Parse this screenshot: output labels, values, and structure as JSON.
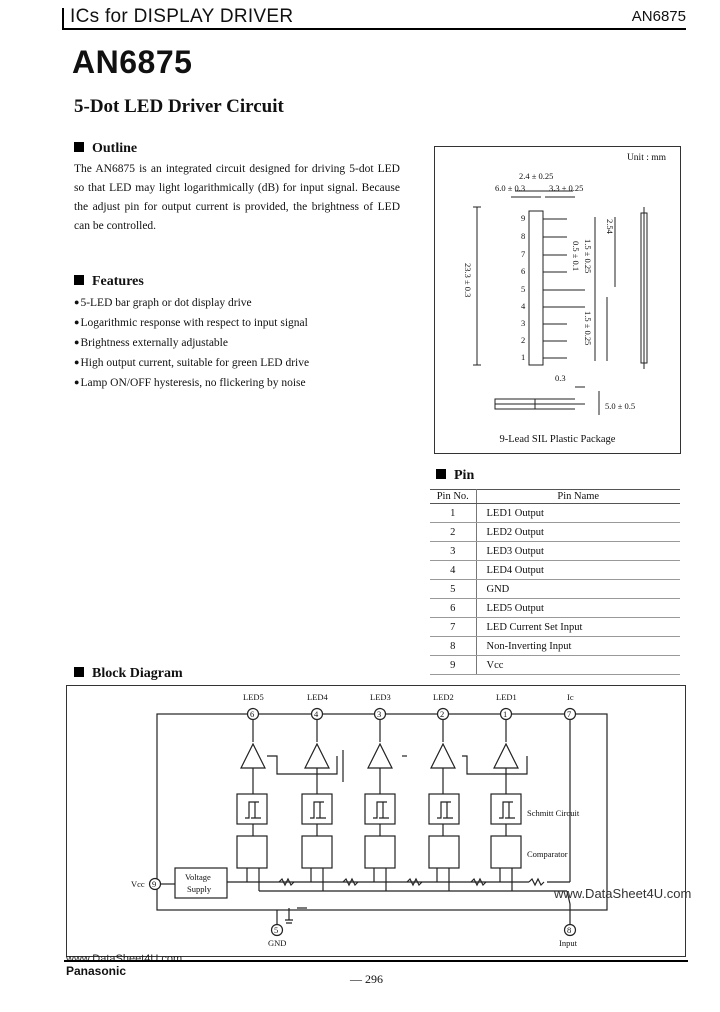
{
  "header": {
    "category": "ICs for DISPLAY DRIVER",
    "part": "AN6875"
  },
  "title": {
    "part_number": "AN6875",
    "subtitle": "5-Dot LED Driver Circuit"
  },
  "outline": {
    "heading": "Outline",
    "text": "The AN6875 is an integrated circuit designed for driving 5-dot LED so that LED may light logarithmically (dB) for input signal. Because the adjust pin for output current is provided, the brightness of LED can be controlled."
  },
  "features": {
    "heading": "Features",
    "items": [
      "5-LED bar graph or dot display drive",
      "Logarithmic response with respect to input signal",
      "Brightness externally adjustable",
      "High output current, suitable for green LED drive",
      "Lamp ON/OFF hysteresis, no flickering by noise"
    ]
  },
  "package": {
    "unit": "Unit : mm",
    "caption": "9-Lead SIL Plastic Package",
    "dims": {
      "top1": "2.4 ± 0.25",
      "top2": "6.0 ± 0.3",
      "top3": "3.3 ± 0.25",
      "left": "23.3 ± 0.3",
      "pitch1": "0.5 ± 0.1",
      "pitch2": "1.5 ± 0.25",
      "pitch3": "1.5 ± 0.25",
      "right": "2.54",
      "bottom1": "0.3",
      "bottom2": "5.0 ± 0.5"
    },
    "pins": [
      "9",
      "8",
      "7",
      "6",
      "5",
      "4",
      "3",
      "2",
      "1"
    ]
  },
  "pin": {
    "heading": "Pin",
    "col_no": "Pin No.",
    "col_name": "Pin Name",
    "rows": [
      {
        "no": "1",
        "name": "LED1 Output"
      },
      {
        "no": "2",
        "name": "LED2 Output"
      },
      {
        "no": "3",
        "name": "LED3 Output"
      },
      {
        "no": "4",
        "name": "LED4 Output"
      },
      {
        "no": "5",
        "name": "GND"
      },
      {
        "no": "6",
        "name": "LED5 Output"
      },
      {
        "no": "7",
        "name": "LED Current Set Input"
      },
      {
        "no": "8",
        "name": "Non-Inverting Input"
      },
      {
        "no": "9",
        "name": "Vcc"
      }
    ]
  },
  "block": {
    "heading": "Block Diagram",
    "top_labels": [
      "LED5",
      "LED4",
      "LED3",
      "LED2",
      "LED1",
      "Ic"
    ],
    "top_pins": [
      "6",
      "4",
      "3",
      "2",
      "1",
      "7"
    ],
    "schmitt": "Schmitt Circuit",
    "comparator": "Comparator",
    "vcc": "Vcc",
    "vcc_pin": "9",
    "voltage_supply_1": "Voltage",
    "voltage_supply_2": "Supply",
    "gnd": "GND",
    "gnd_pin": "5",
    "input": "Input",
    "input_pin": "8"
  },
  "footer": {
    "link": "www.DataSheet4U.com",
    "brand": "Panasonic",
    "page": "— 296",
    "watermark": "www.DataSheet4U.com"
  }
}
